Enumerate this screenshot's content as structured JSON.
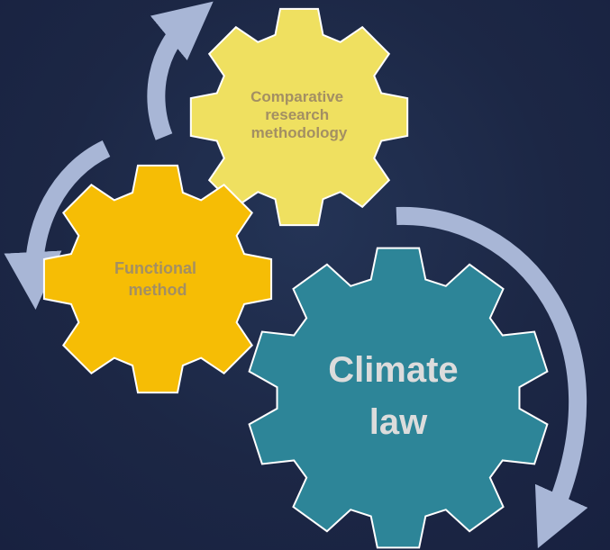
{
  "diagram": {
    "gears": [
      {
        "label_lines": [
          "Comparative",
          "research",
          "methodology"
        ],
        "color": "#efe060",
        "text_color": "#a38f63"
      },
      {
        "label_lines": [
          "Functional",
          "method"
        ],
        "color": "#f6bd05",
        "text_color": "#a38f63"
      },
      {
        "label_lines": [
          "Climate",
          "law"
        ],
        "color": "#2d8598",
        "text_color": "#dcdcdc"
      }
    ],
    "arrow_color": "#a8b6d6",
    "background_color": "#1e2a48"
  }
}
